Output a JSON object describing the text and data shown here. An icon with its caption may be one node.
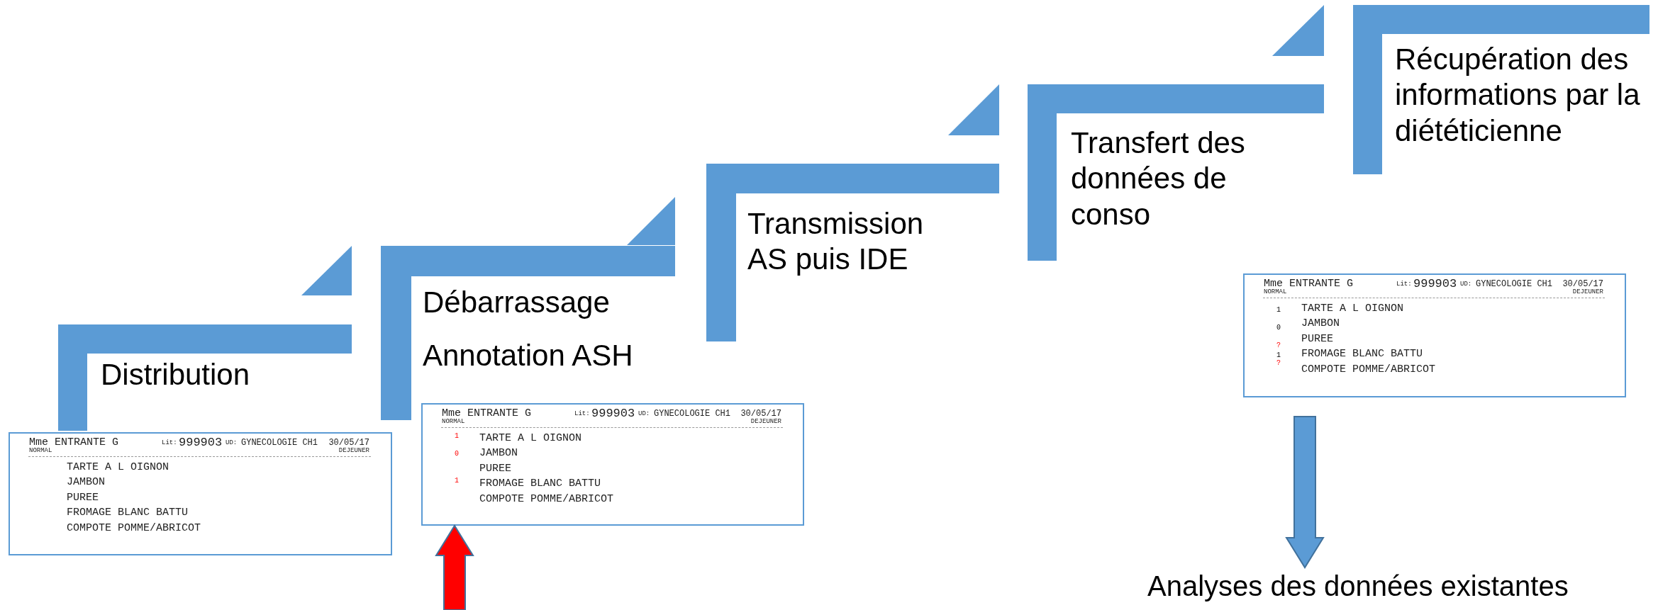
{
  "diagram": {
    "nodes": [
      {
        "text": [
          "Distribution"
        ]
      },
      {
        "text": [
          "Débarrassage",
          "Annotation ASH"
        ]
      },
      {
        "text": [
          "Transmission AS puis IDE"
        ]
      },
      {
        "text": [
          "Transfert des données de conso"
        ]
      },
      {
        "text": [
          "Récupération des informations par la diététicienne"
        ]
      },
      {
        "text": [
          "Mme ENTRANTE G",
          "Lit:",
          "999903",
          "UD:",
          "GYNECOLOGIE CH1",
          "30/05/17",
          "NORMAL",
          "DEJEUNER",
          "TARTE A L OIGNON",
          "JAMBON",
          "PUREE",
          "FROMAGE BLANC BATTU",
          "COMPOTE POMME/ABRICOT"
        ]
      },
      {
        "text": [
          "Mme ENTRANTE G",
          "Lit:",
          "999903",
          "UD:",
          "GYNECOLOGIE CH1",
          "30/05/17",
          "NORMAL",
          "DEJEUNER",
          "1",
          "TARTE A L OIGNON",
          "0",
          "JAMBON",
          "PUREE",
          "1",
          "FROMAGE BLANC BATTU",
          "COMPOTE POMME/ABRICOT"
        ]
      },
      {
        "text": [
          "Mme ENTRANTE G",
          "Lit:",
          "999903",
          "UD:",
          "GYNECOLOGIE CH1",
          "30/05/17",
          "NORMAL",
          "DEJEUNER",
          "1",
          "TARTE A L OIGNON",
          "0",
          "JAMBON",
          "PUREE",
          "?",
          "1",
          "FROMAGE BLANC BATTU",
          "?",
          "COMPOTE POMME/ABRICOT"
        ]
      },
      {
        "text": [
          "Analyses des données existantes"
        ]
      }
    ],
    "edges": [
      {
        "from": null,
        "to": 6,
        "arrow": "to",
        "color": "#ff0000"
      },
      {
        "from": 7,
        "to": 8,
        "arrow": "to"
      }
    ]
  }
}
